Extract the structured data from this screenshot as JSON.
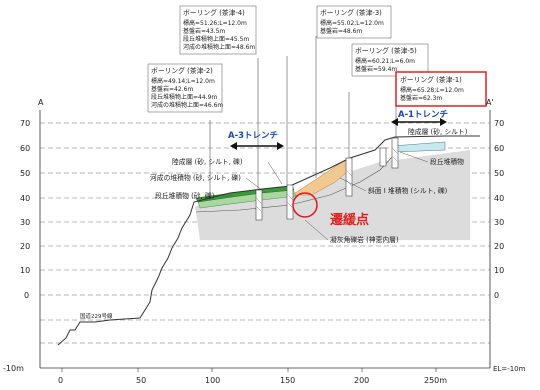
{
  "axes": {
    "corner_left": "A",
    "corner_right": "A'",
    "y_ticks_left": [
      "70",
      "60",
      "50",
      "40",
      "30",
      "20",
      "10",
      "0",
      "-10m"
    ],
    "y_ticks_right": [
      "70",
      "60",
      "50",
      "40",
      "30",
      "20",
      "10",
      "0",
      "EL=-10m"
    ],
    "x_ticks": [
      "0",
      "50",
      "100",
      "150",
      "200",
      "250m"
    ]
  },
  "boreholes": {
    "b4": {
      "title": "ボーリング (茶津-4)",
      "lines": [
        "標高=51.26;L=12.0m",
        "基盤岩=43.5m",
        "段丘堆積物上面=45.5m",
        "河成の堆積物上面=48.6m"
      ]
    },
    "b2": {
      "title": "ボーリング (茶津-2)",
      "lines": [
        "標高=49.14;L=12.0m",
        "基盤岩=42.6m",
        "段丘堆積物上面=44.9m",
        "河成の堆積物上面=46.6m"
      ]
    },
    "b3": {
      "title": "ボーリング (茶津-3)",
      "lines": [
        "標高=55.02;L=12.0m",
        "基盤岩=48.6m"
      ]
    },
    "b5": {
      "title": "ボーリング (茶津-5)",
      "lines": [
        "標高=60.21;L=6.0m",
        "基盤岩=59.4m"
      ]
    },
    "b1": {
      "title": "ボーリング (茶津-1)",
      "lines": [
        "標高=65.28;L=12.0m",
        "基盤岩=62.3m"
      ]
    }
  },
  "trenches": {
    "a3": "A-3トレンチ",
    "a1": "A-1トレンチ"
  },
  "labels": {
    "rikusei": "陸成層 (砂, シルト)",
    "rikusei_clay": "陸成層 (砂, シルト, 礫)",
    "kasei": "河成の堆積物 (砂, シルト, 礫)",
    "dankyu": "段丘堆積物 (砂, 礫)",
    "dankyu_r": "段丘堆積物",
    "shamen": "斜面 I 堆積物 (シルト, 礫)",
    "gyokai": "凝灰角礫岩 (神恵内層)",
    "road": "国道229号線",
    "chikanten": "遷緩点"
  },
  "colors": {
    "dankyu_fill": "#3a9a3a",
    "kasei_fill": "#a8d8a0",
    "shamen_fill": "#f0c890",
    "bedrock_fill": "#d8d8d8",
    "highlight": "#e02020",
    "trench_text": "#1a48a8"
  }
}
